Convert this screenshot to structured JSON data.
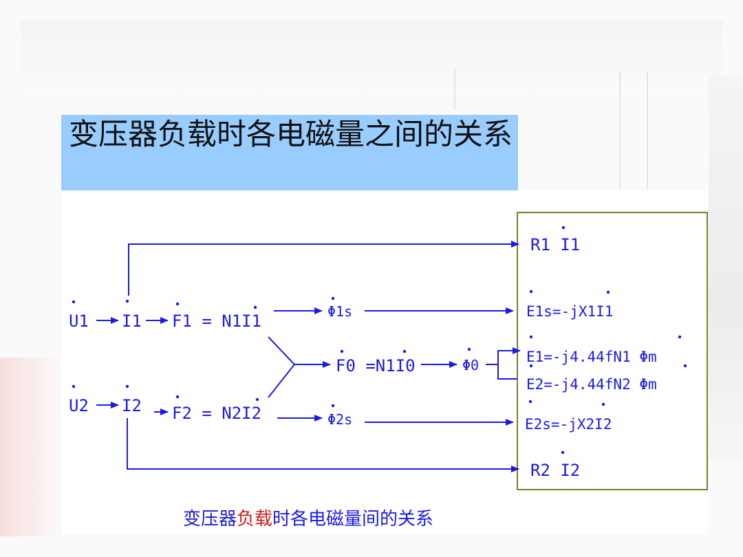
{
  "slide": {
    "title": "变压器负载时各电磁量之间的关系",
    "caption": {
      "before": "变压器",
      "highlight": "负载",
      "after": "时各电磁量间的关系"
    }
  },
  "colors": {
    "title_bar": "#99ccff",
    "diagram_ink": "#1a1ae0",
    "result_box_border": "#7c7c2c",
    "caption_highlight": "#d11a1a"
  },
  "diagram": {
    "labels": {
      "u1": "U1",
      "i1": "I1",
      "f1": "F1 = N1I1",
      "phi_1s": "Φ1s",
      "f0": "F0 =N1I0",
      "phi_0": "Φ0",
      "u2": "U2",
      "i2": "I2",
      "f2": "F2 = N2I2",
      "phi_2s": "Φ2s"
    },
    "results": {
      "r1i1": "R1 I1",
      "e1s": "E1s=-jX1I1",
      "e1": "E1=-j4.44fN1 Φm",
      "e2": "E2=-j4.44fN2 Φm",
      "e2s": "E2s=-jX2I2",
      "r2i2": "R2 I2"
    }
  }
}
